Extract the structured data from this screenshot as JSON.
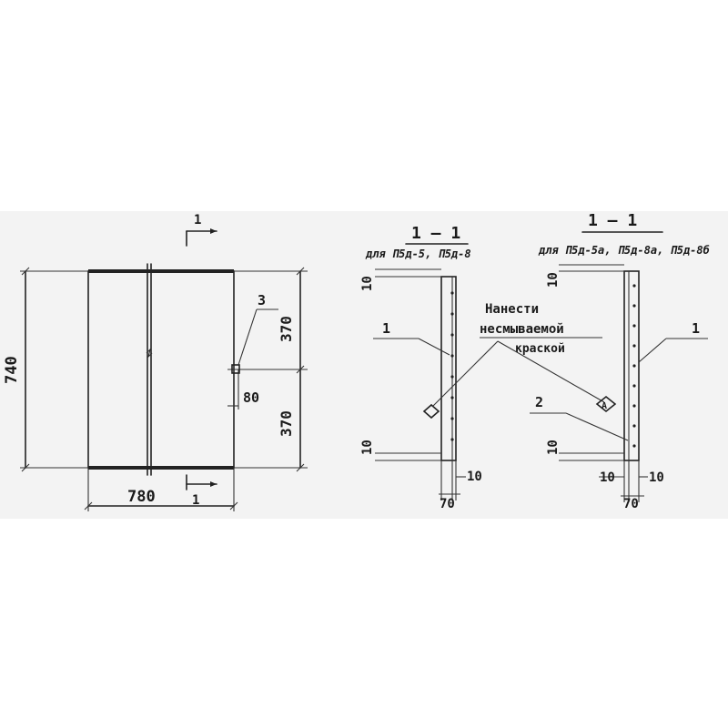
{
  "colors": {
    "paper": "#f3f3f3",
    "ink": "#1a1a1a"
  },
  "plan": {
    "section_mark_top": "1",
    "section_mark_bottom": "1",
    "dim_height": "740",
    "dim_width": "780",
    "dim_upper_half": "370",
    "dim_lower_half": "370",
    "dim_offset": "80",
    "callout_3": "3"
  },
  "section_left": {
    "title": "1 — 1",
    "subtitle": "для П5д-5, П5д-8",
    "dim_top": "10",
    "dim_bottom": "10",
    "dim_base_right": "10",
    "dim_width": "70",
    "callout_1": "1"
  },
  "section_right": {
    "title": "1 — 1",
    "subtitle": "для П5д-5а, П5д-8а, П5д-8б",
    "dim_top": "10",
    "dim_bottom": "10",
    "dim_base_left": "10",
    "dim_base_right": "10",
    "dim_width": "70",
    "callout_1": "1",
    "callout_2": "2"
  },
  "note": {
    "line1": "Нанести",
    "line2": "несмываемой",
    "line3": "краской",
    "mark_symbol": "А"
  }
}
